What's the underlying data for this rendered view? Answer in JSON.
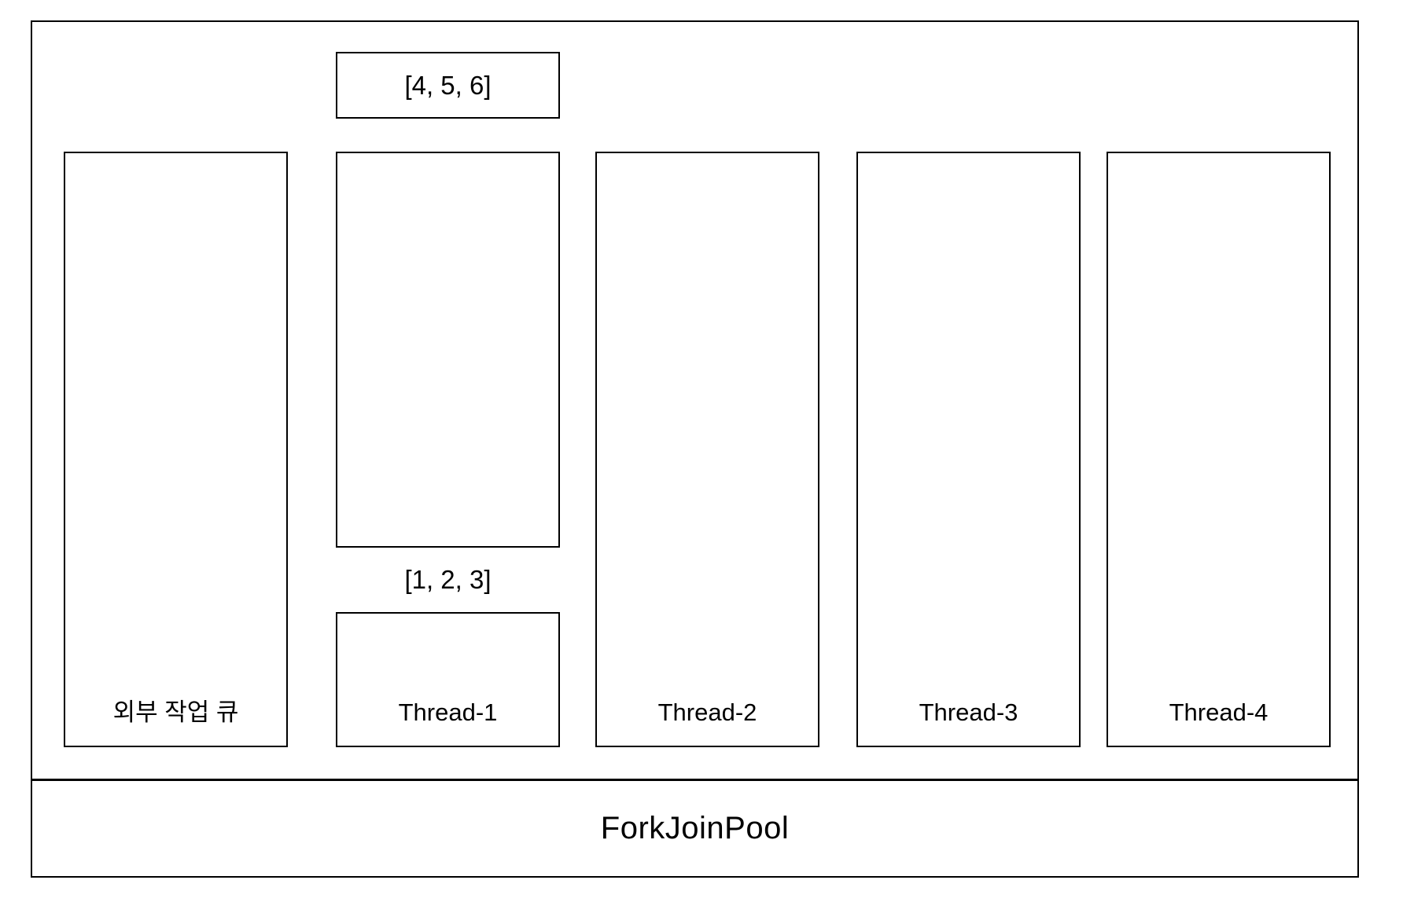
{
  "diagram": {
    "pool_label": "ForkJoinPool",
    "external_task_box": "[4, 5, 6]",
    "external_queue_label": "외부 작업 큐",
    "threads": [
      {
        "label": "Thread-1",
        "queue_items": "[1, 2, 3]"
      },
      {
        "label": "Thread-2"
      },
      {
        "label": "Thread-3"
      },
      {
        "label": "Thread-4"
      }
    ],
    "colors": {
      "border": "#000000",
      "background": "#ffffff",
      "text": "#000000"
    }
  }
}
